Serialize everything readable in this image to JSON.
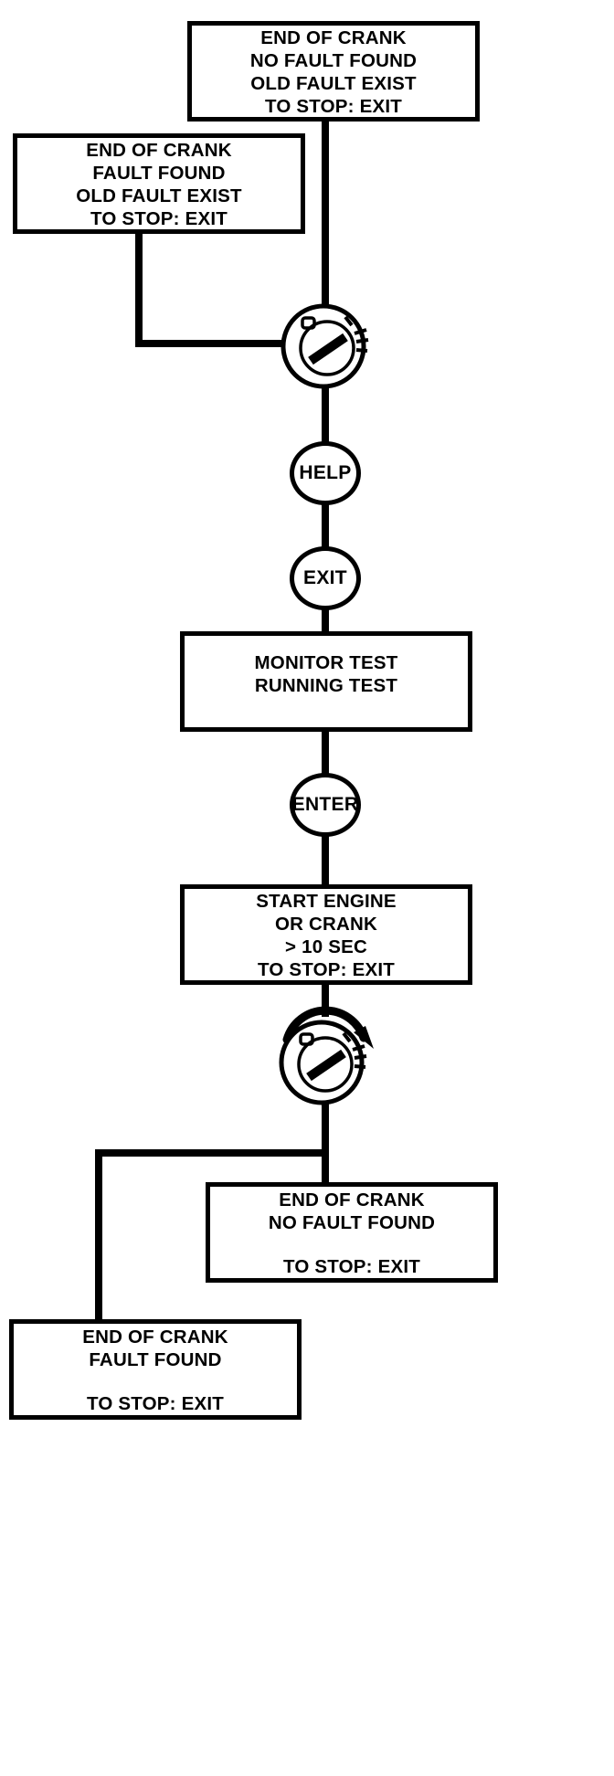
{
  "diagram": {
    "title": "Engine diagnostic key-switch test flow",
    "type": "flowchart",
    "ink_color": "#000000",
    "background_color": "#ffffff"
  },
  "nodes": {
    "box_end_crank_nofault_old": {
      "kind": "display-box",
      "lines": [
        "END OF CRANK",
        "NO FAULT FOUND",
        "OLD FAULT EXIST",
        "TO STOP: EXIT"
      ]
    },
    "box_end_crank_fault_old": {
      "kind": "display-box",
      "lines": [
        "END OF CRANK",
        "FAULT FOUND",
        "OLD FAULT EXIST",
        "TO STOP: EXIT"
      ]
    },
    "key_switch_upper": {
      "kind": "ignition-key-switch",
      "positions": [
        "O",
        "I",
        "II"
      ],
      "rotation_arrow": false
    },
    "key_help": {
      "kind": "key-button",
      "label": "HELP"
    },
    "key_exit": {
      "kind": "key-button",
      "label": "EXIT"
    },
    "box_monitor_test": {
      "kind": "display-box",
      "lines": [
        "MONITOR TEST",
        "RUNNING TEST"
      ]
    },
    "key_enter": {
      "kind": "key-button",
      "label": "ENTER"
    },
    "box_start_engine": {
      "kind": "display-box",
      "lines": [
        "START ENGINE",
        "OR CRANK",
        "> 10 SEC",
        "TO STOP: EXIT"
      ]
    },
    "key_switch_lower": {
      "kind": "ignition-key-switch",
      "positions": [
        "O",
        "I",
        "II"
      ],
      "rotation_arrow": true
    },
    "box_end_crank_nofault": {
      "kind": "display-box",
      "lines": [
        "END OF CRANK",
        "NO FAULT FOUND",
        "",
        "TO STOP: EXIT"
      ]
    },
    "box_end_crank_fault": {
      "kind": "display-box",
      "lines": [
        "END OF CRANK",
        "FAULT FOUND",
        "",
        "TO STOP: EXIT"
      ]
    }
  }
}
